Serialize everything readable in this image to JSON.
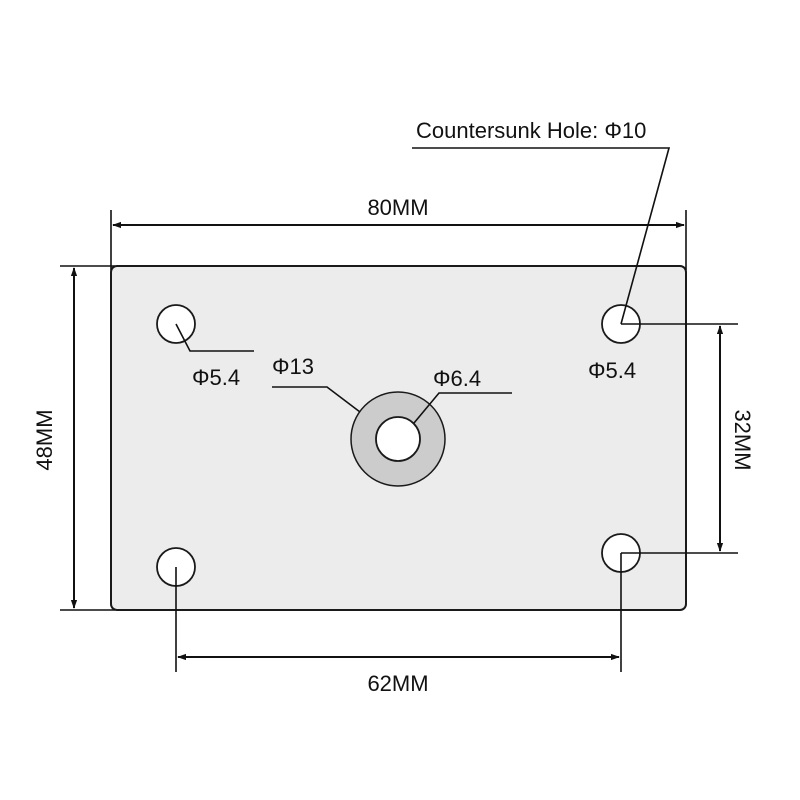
{
  "colors": {
    "plate_fill": "#ececec",
    "plate_stroke": "#1a1a1a",
    "countersink_fill": "#cccccc",
    "hole_fill": "#ffffff",
    "line": "#111111"
  },
  "labels": {
    "width": "80MM",
    "height": "48MM",
    "hole_spacing_x": "62MM",
    "hole_spacing_y": "32MM",
    "corner_hole_left": "Φ5.4",
    "corner_hole_right": "Φ5.4",
    "center_outer": "Φ13",
    "center_inner": "Φ6.4",
    "countersunk_note": "Countersunk Hole: Φ10"
  }
}
